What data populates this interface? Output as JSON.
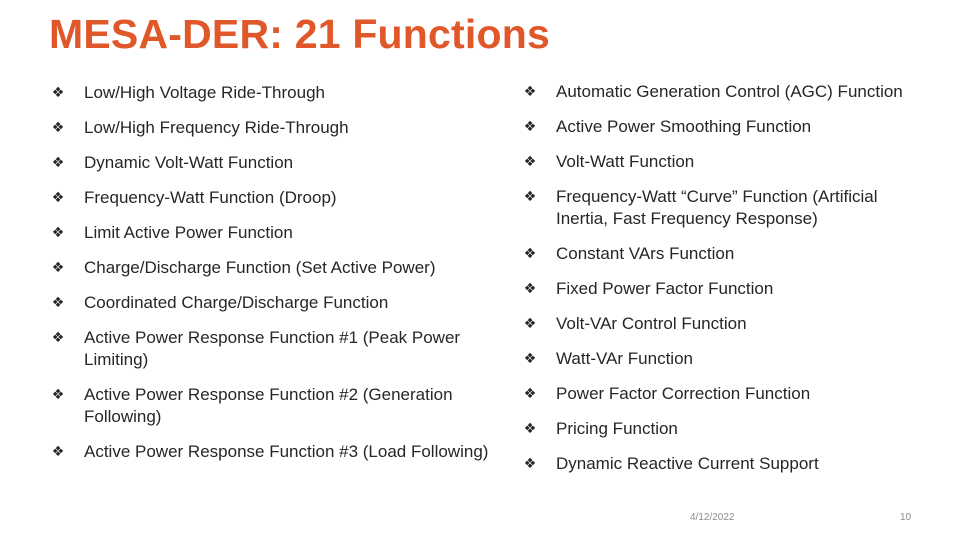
{
  "slide": {
    "title": "MESA-DER: 21 Functions",
    "bullet_glyph": "❖",
    "colors": {
      "title": "#E0572A",
      "text": "#262626",
      "bullet": "#262626",
      "footer": "#8C8C8C",
      "background": "#FFFFFF"
    },
    "left_column": [
      "Low/High Voltage Ride-Through",
      "Low/High Frequency Ride-Through",
      "Dynamic Volt-Watt Function",
      "Frequency-Watt Function (Droop)",
      "Limit Active Power Function",
      "Charge/Discharge Function (Set Active Power)",
      "Coordinated Charge/Discharge Function",
      "Active Power Response Function #1 (Peak Power Limiting)",
      "Active Power Response Function #2 (Generation Following)",
      "Active Power Response Function #3 (Load Following)"
    ],
    "right_column": [
      "Automatic Generation Control (AGC) Function",
      "Active Power Smoothing Function",
      "Volt-Watt Function",
      "Frequency-Watt “Curve” Function (Artificial Inertia, Fast Frequency Response)",
      "Constant VArs Function",
      "Fixed Power Factor Function",
      "Volt-VAr Control Function",
      "Watt-VAr Function",
      "Power Factor Correction Function",
      "Pricing Function",
      "Dynamic Reactive Current Support"
    ],
    "footer": {
      "date": "4/12/2022",
      "slide_number": "10"
    }
  }
}
